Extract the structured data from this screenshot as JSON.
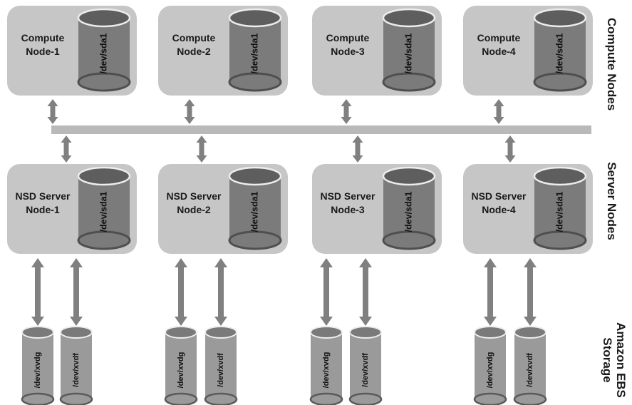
{
  "compute_nodes": [
    {
      "line1": "Compute",
      "line2": "Node-1",
      "disk": "/dev/sda1"
    },
    {
      "line1": "Compute",
      "line2": "Node-2",
      "disk": "/dev/sda1"
    },
    {
      "line1": "Compute",
      "line2": "Node-3",
      "disk": "/dev/sda1"
    },
    {
      "line1": "Compute",
      "line2": "Node-4",
      "disk": "/dev/sda1"
    }
  ],
  "server_nodes": [
    {
      "line1": "NSD Server",
      "line2": "Node-1",
      "disk": "/dev/sda1",
      "ebs": [
        "/dev/xvdg",
        "/dev/xvdf"
      ]
    },
    {
      "line1": "NSD Server",
      "line2": "Node-2",
      "disk": "/dev/sda1",
      "ebs": [
        "/dev/xvdg",
        "/dev/xvdf"
      ]
    },
    {
      "line1": "NSD Server",
      "line2": "Node-3",
      "disk": "/dev/sda1",
      "ebs": [
        "/dev/xvdg",
        "/dev/xvdf"
      ]
    },
    {
      "line1": "NSD Server",
      "line2": "Node-4",
      "disk": "/dev/sda1",
      "ebs": [
        "/dev/xvdg",
        "/dev/xvdf"
      ]
    }
  ],
  "side_labels": {
    "compute": "Compute Nodes",
    "server": "Server Nodes",
    "storage_line1": "Amazon EBS",
    "storage_line2": "Storage"
  },
  "colors": {
    "node_fill": "#c6c6c6",
    "disk_body": "#7b7b7b",
    "disk_top": "#5e5e5e",
    "ebs_body": "#9a9a9a",
    "arrow": "#808080",
    "bus": "#b9b9b9"
  }
}
